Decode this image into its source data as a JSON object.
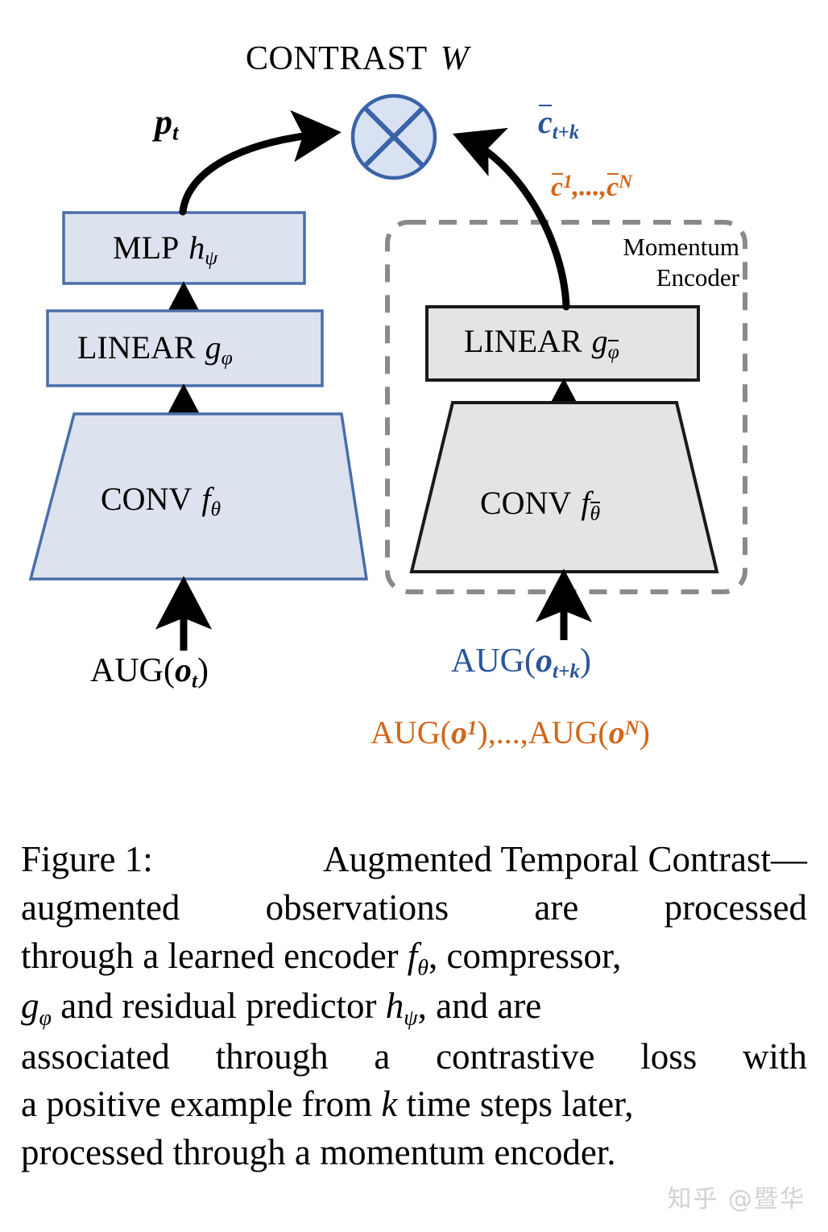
{
  "figure": {
    "title": {
      "text": "CONTRAST",
      "symbol": "W"
    },
    "labels": {
      "pt_base": "p",
      "pt_sub": "t",
      "cbar_tk_base": "c",
      "cbar_tk_sub": "t+k",
      "cbar_list_first_base": "c",
      "cbar_list_first_sup": "1",
      "cbar_list_sep": ",...,",
      "cbar_list_last_base": "c",
      "cbar_list_last_sup": "N",
      "momentum_encoder_line1": "Momentum",
      "momentum_encoder_line2": "Encoder"
    },
    "online_branch": {
      "mlp": {
        "name": "MLP",
        "fn": "h",
        "sub": "ψ"
      },
      "linear": {
        "name": "LINEAR",
        "fn": "g",
        "sub": "φ"
      },
      "conv": {
        "name": "CONV",
        "fn": "f",
        "sub": "θ"
      },
      "input": {
        "prefix": "AUG(",
        "var": "o",
        "sub": "t",
        "suffix": ")"
      }
    },
    "momentum_branch": {
      "linear": {
        "name": "LINEAR",
        "fn": "g",
        "sub": "φ"
      },
      "conv": {
        "name": "CONV",
        "fn": "f",
        "sub": "θ"
      },
      "input_positive": {
        "prefix": "AUG(",
        "var": "o",
        "sub": "t+k",
        "suffix": ")"
      },
      "input_negatives": {
        "prefix": "AUG(",
        "var": "o",
        "sup_first": "1",
        "suffix": ")",
        "separator": ",...,",
        "prefix2": "AUG(",
        "var2": "o",
        "sup_last": "N",
        "suffix2": ")"
      }
    },
    "colors": {
      "blue_accent": "#2a5599",
      "orange_accent": "#d1661a",
      "blue_box_fill": "#dce2ee",
      "blue_box_stroke": "#4a6ea8",
      "gray_box_fill": "#e4e4e4",
      "gray_box_stroke": "#1a1a1a",
      "dashed_border": "#8a8a8a",
      "circle_fill": "#d8e2f3",
      "circle_stroke": "#3b63a8",
      "arrow": "#000000"
    },
    "icons": {
      "contrast_operator": "circled-cross-icon",
      "flow_arrow": "arrow-up-icon"
    }
  },
  "caption": {
    "label": "Figure 1:",
    "line1_rest": " Augmented Temporal Contrast—",
    "line2": "augmented observations are processed",
    "line3_a": "through a learned encoder ",
    "line3_f": "f",
    "line3_f_sub": "θ",
    "line3_b": ", compressor,",
    "line4_g": "g",
    "line4_g_sub": "φ",
    "line4_a": " and residual predictor ",
    "line4_h": "h",
    "line4_h_sub": "ψ",
    "line4_b": ", and are",
    "line5": "associated through a contrastive loss with",
    "line6_a": "a positive example from ",
    "line6_k": "k",
    "line6_b": " time steps later,",
    "line7": "processed through a momentum encoder."
  },
  "watermark": {
    "text": "知乎 @暨华"
  }
}
